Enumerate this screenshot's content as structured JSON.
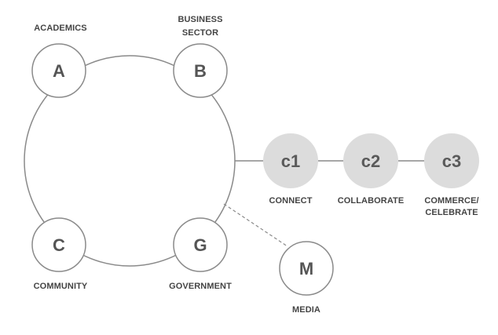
{
  "colors": {
    "stroke": "#8a8a8a",
    "node_fill": "#ffffff",
    "stage_fill": "#dcdcdc",
    "text": "#444444"
  },
  "stakeholders": {
    "academics": {
      "letter": "A",
      "label": [
        "ACADEMICS"
      ]
    },
    "business": {
      "letter": "B",
      "label": [
        "BUSINESS",
        "SECTOR"
      ]
    },
    "community": {
      "letter": "C",
      "label": [
        "COMMUNITY"
      ]
    },
    "government": {
      "letter": "G",
      "label": [
        "GOVERNMENT"
      ]
    }
  },
  "media": {
    "letter": "M",
    "label": [
      "MEDIA"
    ]
  },
  "stages": [
    {
      "letter": "c1",
      "label": [
        "CONNECT"
      ]
    },
    {
      "letter": "c2",
      "label": [
        "COLLABORATE"
      ]
    },
    {
      "letter": "c3",
      "label": [
        "COMMERCE/",
        "CELEBRATE"
      ]
    }
  ]
}
